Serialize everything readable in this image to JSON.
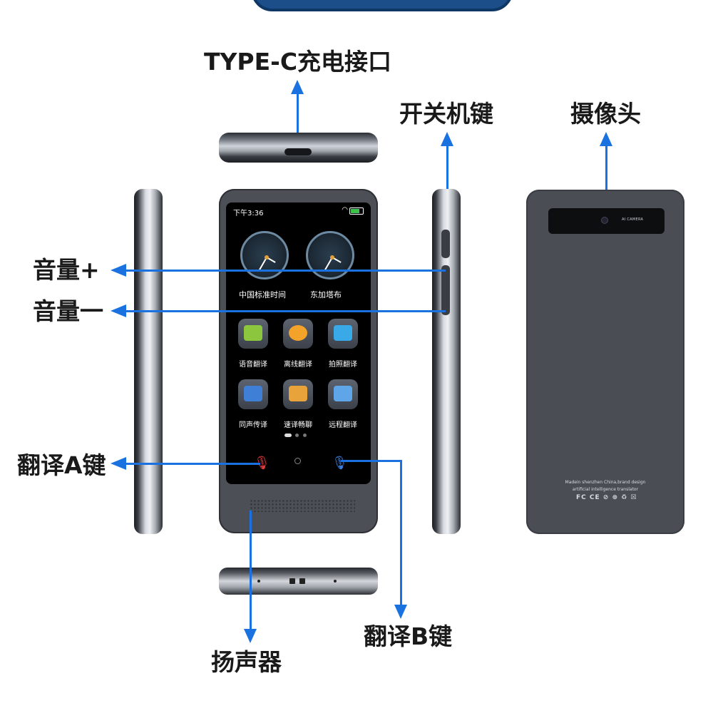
{
  "labels": {
    "typec": "TYPE-C充电接口",
    "power": "开关机键",
    "camera": "摄像头",
    "vol_up": "音量+",
    "vol_down": "音量一",
    "trans_a": "翻译A键",
    "trans_b": "翻译B键",
    "speaker": "扬声器"
  },
  "screen": {
    "time": "下午3:36",
    "clocks": [
      {
        "name": "中国标准时间"
      },
      {
        "name": "东加塔布"
      }
    ],
    "apps": [
      {
        "label": "语音翻译",
        "icon": "chat-bubble-icon",
        "color": "#8cc63f"
      },
      {
        "label": "离线翻译",
        "icon": "globe-icon",
        "color": "#f3a32a"
      },
      {
        "label": "拍照翻译",
        "icon": "camera-icon",
        "color": "#3aa9e8"
      },
      {
        "label": "同声传译",
        "icon": "headset-icon",
        "color": "#3f7fd6"
      },
      {
        "label": "速译畅聊",
        "icon": "messages-icon",
        "color": "#e8a33a"
      },
      {
        "label": "远程翻译",
        "icon": "document-icon",
        "color": "#5fa6e8"
      }
    ]
  },
  "back": {
    "camera_label": "AI CAMERA",
    "line1": "Madein shenzhen China,brand design",
    "line2": "artificial intelligence translator",
    "certs": "FC CE ⊘ ⊛ ♻ ☒"
  },
  "colors": {
    "accent": "#1a72e0",
    "mic_a": "#e03a3a",
    "mic_b": "#3a7fe0"
  }
}
